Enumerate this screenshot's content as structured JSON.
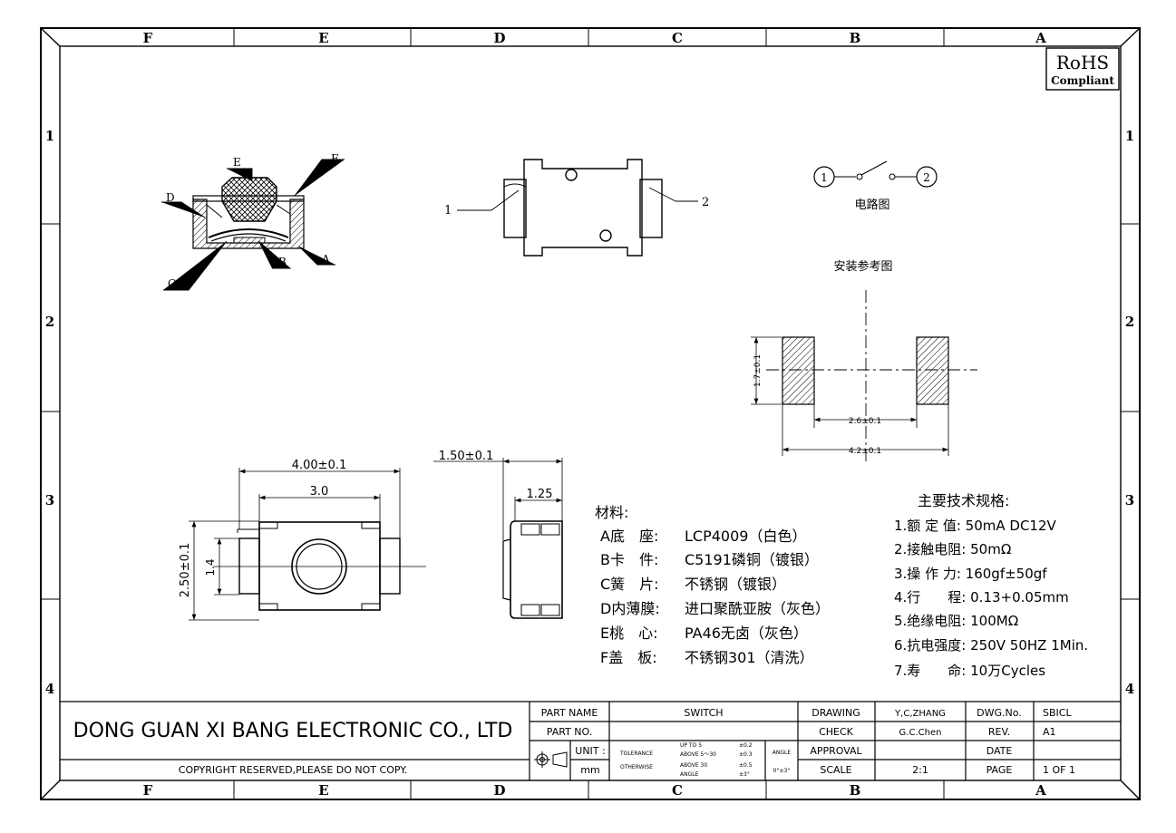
{
  "zones": {
    "columns": [
      "F",
      "E",
      "D",
      "C",
      "B",
      "A"
    ],
    "rows": [
      "1",
      "2",
      "3",
      "4"
    ]
  },
  "rohs": {
    "line1": "RoHS",
    "line2": "Compliant"
  },
  "side_view": {
    "labels": [
      "E",
      "F",
      "D",
      "C",
      "B",
      "A"
    ]
  },
  "top_view": {
    "pin1": "1",
    "pin2": "2"
  },
  "circuit": {
    "node1": "1",
    "node2": "2",
    "caption": "电路图"
  },
  "footprint": {
    "title": "安装参考图",
    "dim_height": "1.7±0.1",
    "dim_inner": "2.6±0.1",
    "dim_outer": "4.2±0.1"
  },
  "front_view": {
    "dim_width": "4.00±0.1",
    "dim_inner": "3.0",
    "dim_height": "2.50±0.1",
    "dim_pad": "1.4"
  },
  "profile_view": {
    "dim_height": "1.50±0.1",
    "dim_body": "1.25"
  },
  "materials": {
    "title": "材料:",
    "items": [
      {
        "key": "A底　座:",
        "value": "LCP4009（白色）"
      },
      {
        "key": "B卡　件:",
        "value": "C5191磷铜（镀银）"
      },
      {
        "key": "C簧　片:",
        "value": "不锈钢（镀银）"
      },
      {
        "key": "D内薄膜:",
        "value": "进口聚酰亚胺（灰色）"
      },
      {
        "key": "E桃　心:",
        "value": "PA46无卤（灰色）"
      },
      {
        "key": "F盖　板:",
        "value": "不锈钢301（清洗）"
      }
    ]
  },
  "specs": {
    "title": "主要技术规格:",
    "items": [
      "1.额 定 值: 50mA DC12V",
      "2.接触电阻: 50mΩ",
      "3.操 作 力: 160gf±50gf",
      "4.行　　程: 0.13+0.05mm",
      "5.绝缘电阻: 100MΩ",
      "6.抗电强度: 250V 50HZ 1Min.",
      "7.寿　　命: 10万Cycles"
    ]
  },
  "title_block": {
    "company": "DONG GUAN XI BANG ELECTRONIC CO., LTD",
    "copyright": "COPYRIGHT RESERVED,PLEASE DO NOT COPY.",
    "part_name_label": "PART NAME",
    "part_name": "SWITCH",
    "part_no_label": "PART NO.",
    "part_no": "",
    "unit_label": "UNIT :",
    "unit": "mm",
    "tolerance_label1": "TOLERANCE",
    "tolerance_label2": "OTHERWISE",
    "tol_rows": [
      {
        "range": "UP TO 5",
        "value": "±0.2"
      },
      {
        "range": "ABOVE 5～30",
        "value": "±0.3"
      },
      {
        "range": "ABOVE 30",
        "value": "±0.5"
      },
      {
        "range": "ANGLE",
        "value": "±3°"
      }
    ],
    "angle_label": "ANGLE",
    "angle_value": "0°±3°",
    "drawing_label": "DRAWING",
    "drawing": "Y,C,ZHANG",
    "check_label": "CHECK",
    "check": "G.C.Chen",
    "approval_label": "APPROVAL",
    "approval": "",
    "scale_label": "SCALE",
    "scale": "2:1",
    "dwg_label": "DWG.No.",
    "dwg": "SBICL",
    "rev_label": "REV.",
    "rev": "A1",
    "date_label": "DATE",
    "date": "",
    "page_label": "PAGE",
    "page": "1 OF 1"
  }
}
